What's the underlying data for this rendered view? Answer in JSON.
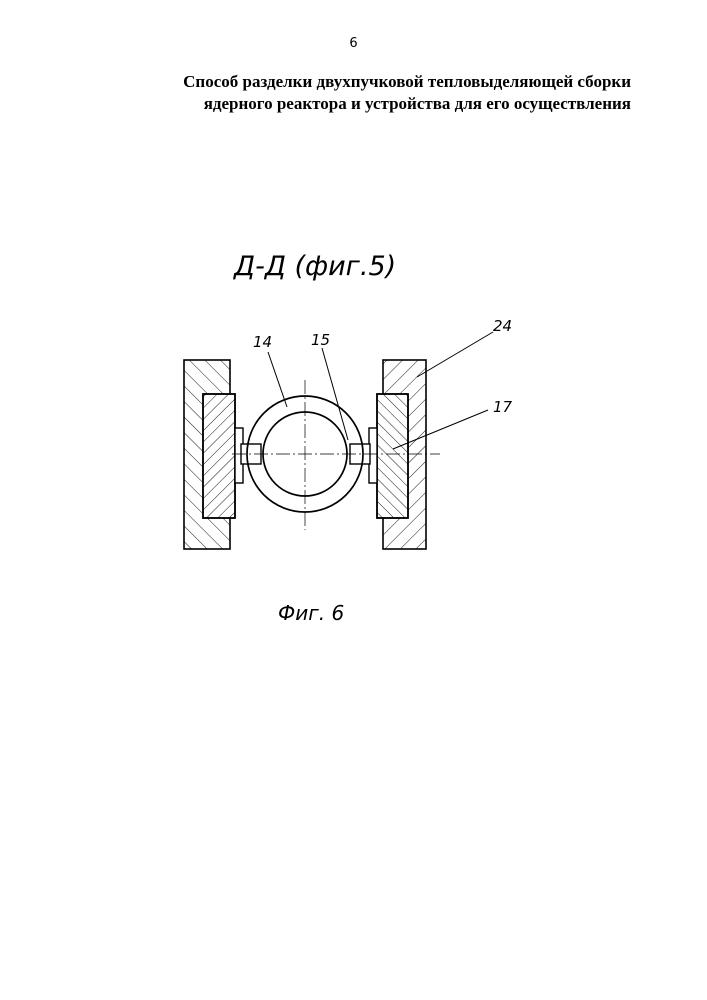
{
  "page": {
    "number": "6"
  },
  "title": {
    "line1": "Способ разделки двухпучковой тепловыделяющей сборки",
    "line2": "ядерного реактора и устройства для его осуществления"
  },
  "drawing": {
    "section_label": "Д-Д (фиг.5)",
    "figure_caption": "Фиг. 6",
    "callouts": {
      "c14": "14",
      "c15": "15",
      "c24": "24",
      "c17": "17"
    }
  }
}
